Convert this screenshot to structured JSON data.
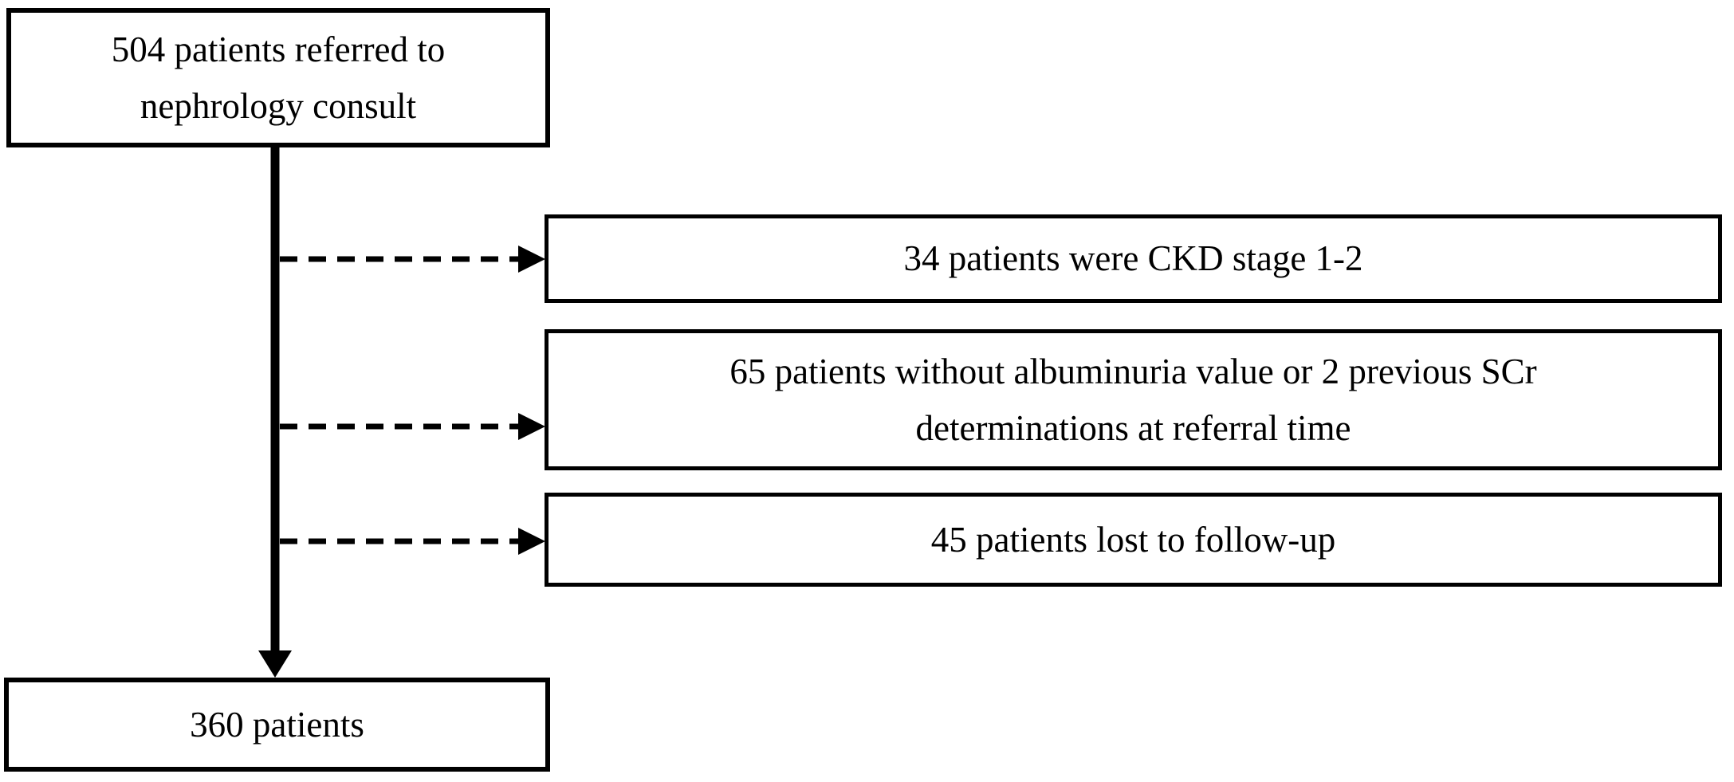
{
  "flowchart": {
    "source_box": {
      "lines": [
        "504 patients referred to",
        "nephrology consult"
      ]
    },
    "exclusion_boxes": [
      {
        "lines": [
          "34 patients were CKD stage 1-2"
        ]
      },
      {
        "lines": [
          "65 patients without albuminuria value or 2 previous SCr",
          "determinations at referral time"
        ]
      },
      {
        "lines": [
          "45 patients lost to follow-up"
        ]
      }
    ],
    "result_box": {
      "lines": [
        "360 patients"
      ]
    },
    "colors": {
      "ink": "#000000",
      "background": "#ffffff",
      "box_fill": "#ffffff"
    }
  }
}
